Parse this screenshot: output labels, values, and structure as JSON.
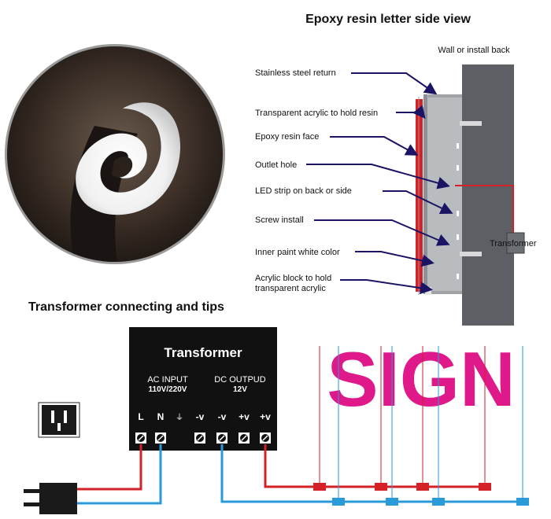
{
  "side_view": {
    "title": "Epoxy resin letter side view",
    "wall_label": "Wall or install back",
    "transformer_label": "Transformer",
    "labels": [
      "Stainless steel return",
      "Transparent acrylic to hold resin",
      "Epoxy resin face",
      "Outlet hole",
      "LED strip on back or side",
      "Screw install",
      "Inner paint white color",
      "Acrylic block to hold",
      "transparent acrylic"
    ]
  },
  "wiring": {
    "title": "Transformer connecting and tips",
    "transformer": {
      "name": "Transformer",
      "ac_label": "AC INPUT",
      "ac_value": "110V/220V",
      "dc_label": "DC OUTPUD",
      "dc_value": "12V",
      "terminals": [
        "L",
        "N",
        "⏚",
        "-v",
        "-v",
        "+v",
        "+v"
      ]
    },
    "sign_text": "SIGN"
  },
  "colors": {
    "red_wire": "#d42027",
    "blue_wire": "#2a9bd8",
    "sign_magenta": "#e0198a",
    "wall": "#5c5f63",
    "arrow": "#1b1464",
    "transformer_box": "#111111"
  }
}
